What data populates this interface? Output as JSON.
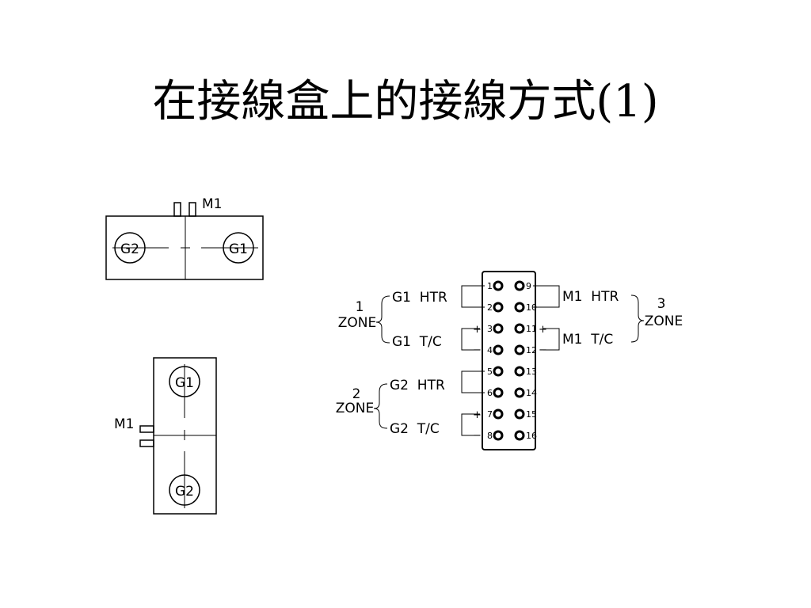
{
  "title": "在接線盒上的接線方式(1)",
  "labels": {
    "g1": "G1",
    "g2": "G2",
    "m1": "M1"
  },
  "terminal_block": {
    "pins_left": [
      "1",
      "2",
      "3",
      "4",
      "5",
      "6",
      "7",
      "8"
    ],
    "pins_right": [
      "9",
      "10",
      "11",
      "12",
      "13",
      "14",
      "15",
      "16"
    ],
    "plus": "+",
    "minus": "−"
  },
  "wiring": {
    "zone1": {
      "number": "1",
      "word": "ZONE",
      "htr": "G1  HTR",
      "tc": "G1  T/C"
    },
    "zone2": {
      "number": "2",
      "word": "ZONE",
      "htr": "G2  HTR",
      "tc": "G2  T/C"
    },
    "zone3": {
      "number": "3",
      "word": "ZONE",
      "htr": "M1  HTR",
      "tc": "M1  T/C"
    }
  }
}
